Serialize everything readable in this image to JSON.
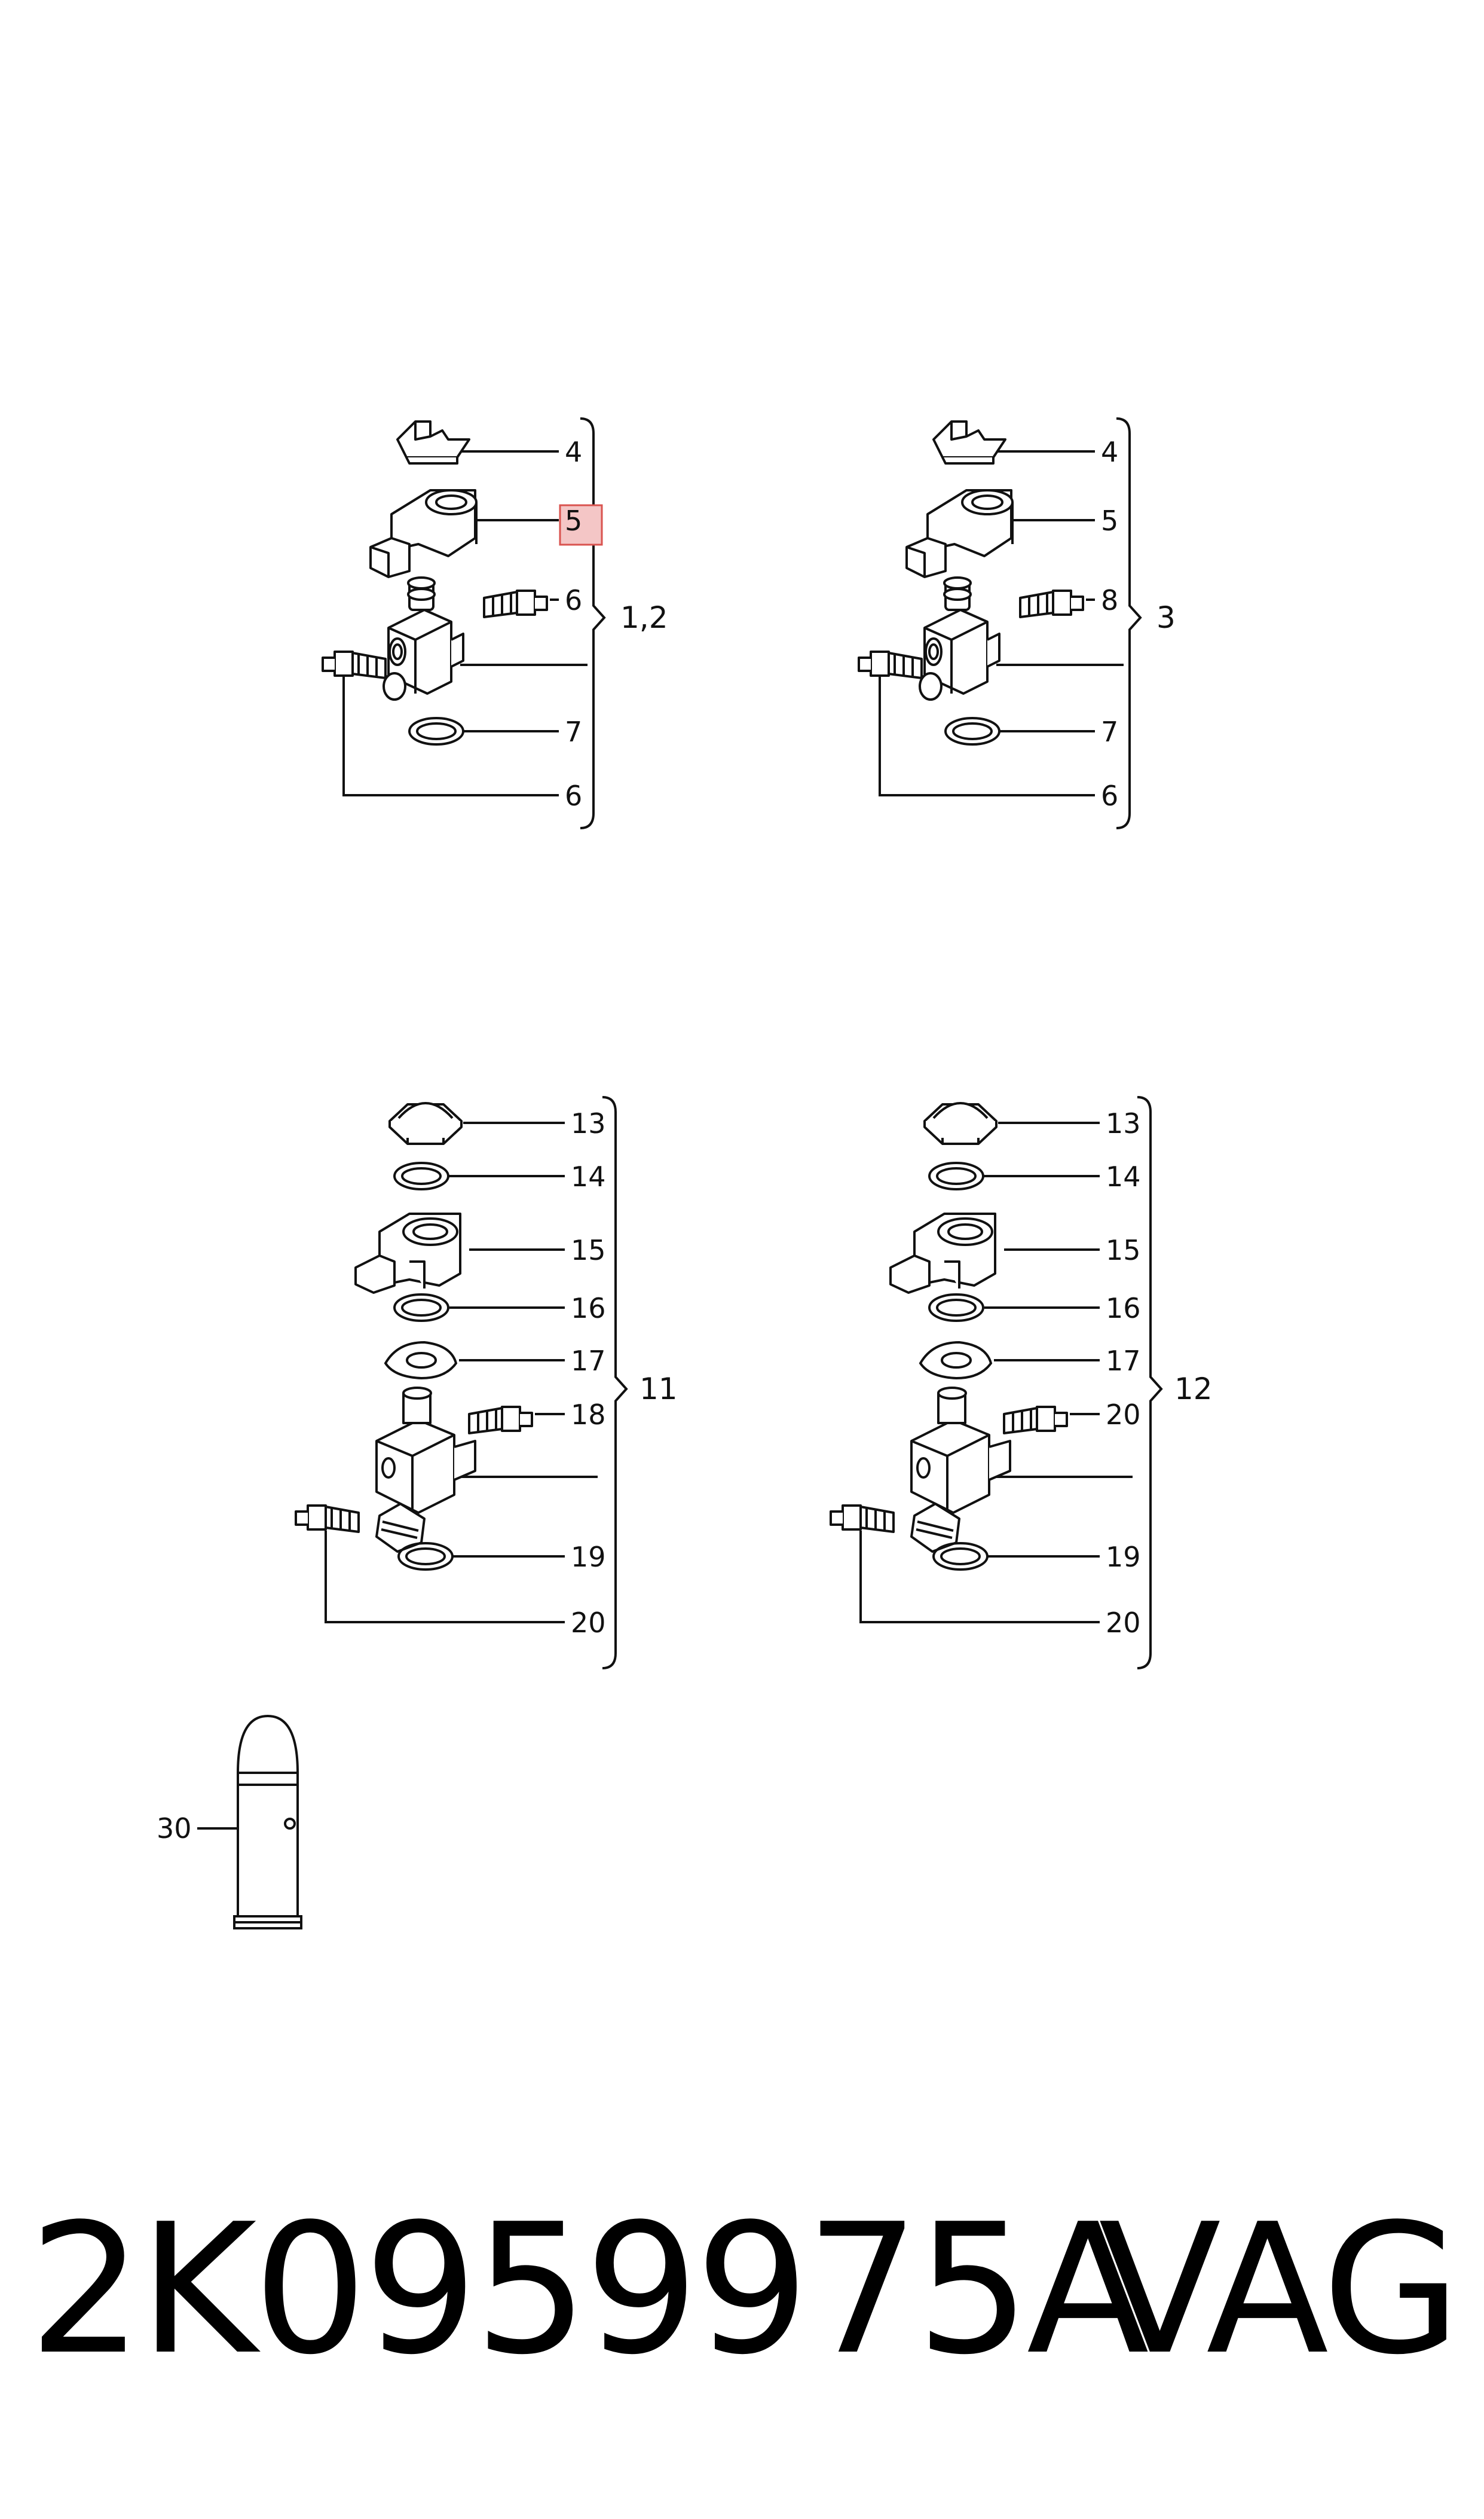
{
  "diagram": {
    "groups": [
      {
        "label": "1,2",
        "callouts": [
          {
            "text": "4"
          },
          {
            "text": "5",
            "highlighted": true
          },
          {
            "text": "6"
          },
          {
            "text": "7"
          },
          {
            "text": "6"
          }
        ]
      },
      {
        "label": "3",
        "callouts": [
          {
            "text": "4"
          },
          {
            "text": "5"
          },
          {
            "text": "8"
          },
          {
            "text": "7"
          },
          {
            "text": "6"
          }
        ]
      },
      {
        "label": "11",
        "callouts": [
          {
            "text": "13"
          },
          {
            "text": "14"
          },
          {
            "text": "15"
          },
          {
            "text": "16"
          },
          {
            "text": "17"
          },
          {
            "text": "18"
          },
          {
            "text": "19"
          },
          {
            "text": "20"
          }
        ]
      },
      {
        "label": "12",
        "callouts": [
          {
            "text": "13"
          },
          {
            "text": "14"
          },
          {
            "text": "15"
          },
          {
            "text": "16"
          },
          {
            "text": "17"
          },
          {
            "text": "20"
          },
          {
            "text": "19"
          },
          {
            "text": "20"
          }
        ]
      }
    ],
    "standalone": {
      "text": "30"
    },
    "highlight_color": "#f4c6c6",
    "highlight_border": "#d9534f"
  },
  "caption": {
    "part_number": "2K0959975A",
    "brand": "VAG"
  }
}
